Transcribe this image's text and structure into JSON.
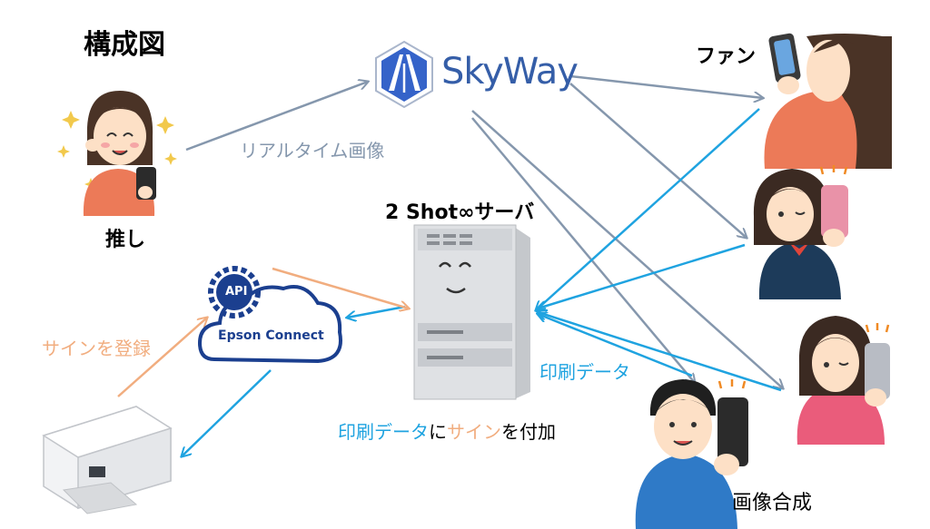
{
  "title": "構成図",
  "nodes": {
    "oshi_label": "推し",
    "fan_label": "ファン",
    "skyway_label": "SkyWay",
    "server_label": "2 Shot∞サーバ",
    "epson": {
      "api_label": "API",
      "connect_label": "Epson Connect"
    },
    "composite_label": "画像合成"
  },
  "edges": {
    "realtime_label": "リアルタイム画像",
    "sign_register_label": "サインを登録",
    "print_data_label": "印刷データ",
    "caption": {
      "part1": "印刷データ",
      "part2": "に",
      "part3": "サイン",
      "part4": "を付加"
    }
  },
  "colors": {
    "gray_arrow": "#8597ad",
    "blue_arrow": "#1fa3e0",
    "orange_arrow": "#f1ad7f",
    "skyway_blue": "#355ea8",
    "epson_blue": "#1b3f8f"
  }
}
